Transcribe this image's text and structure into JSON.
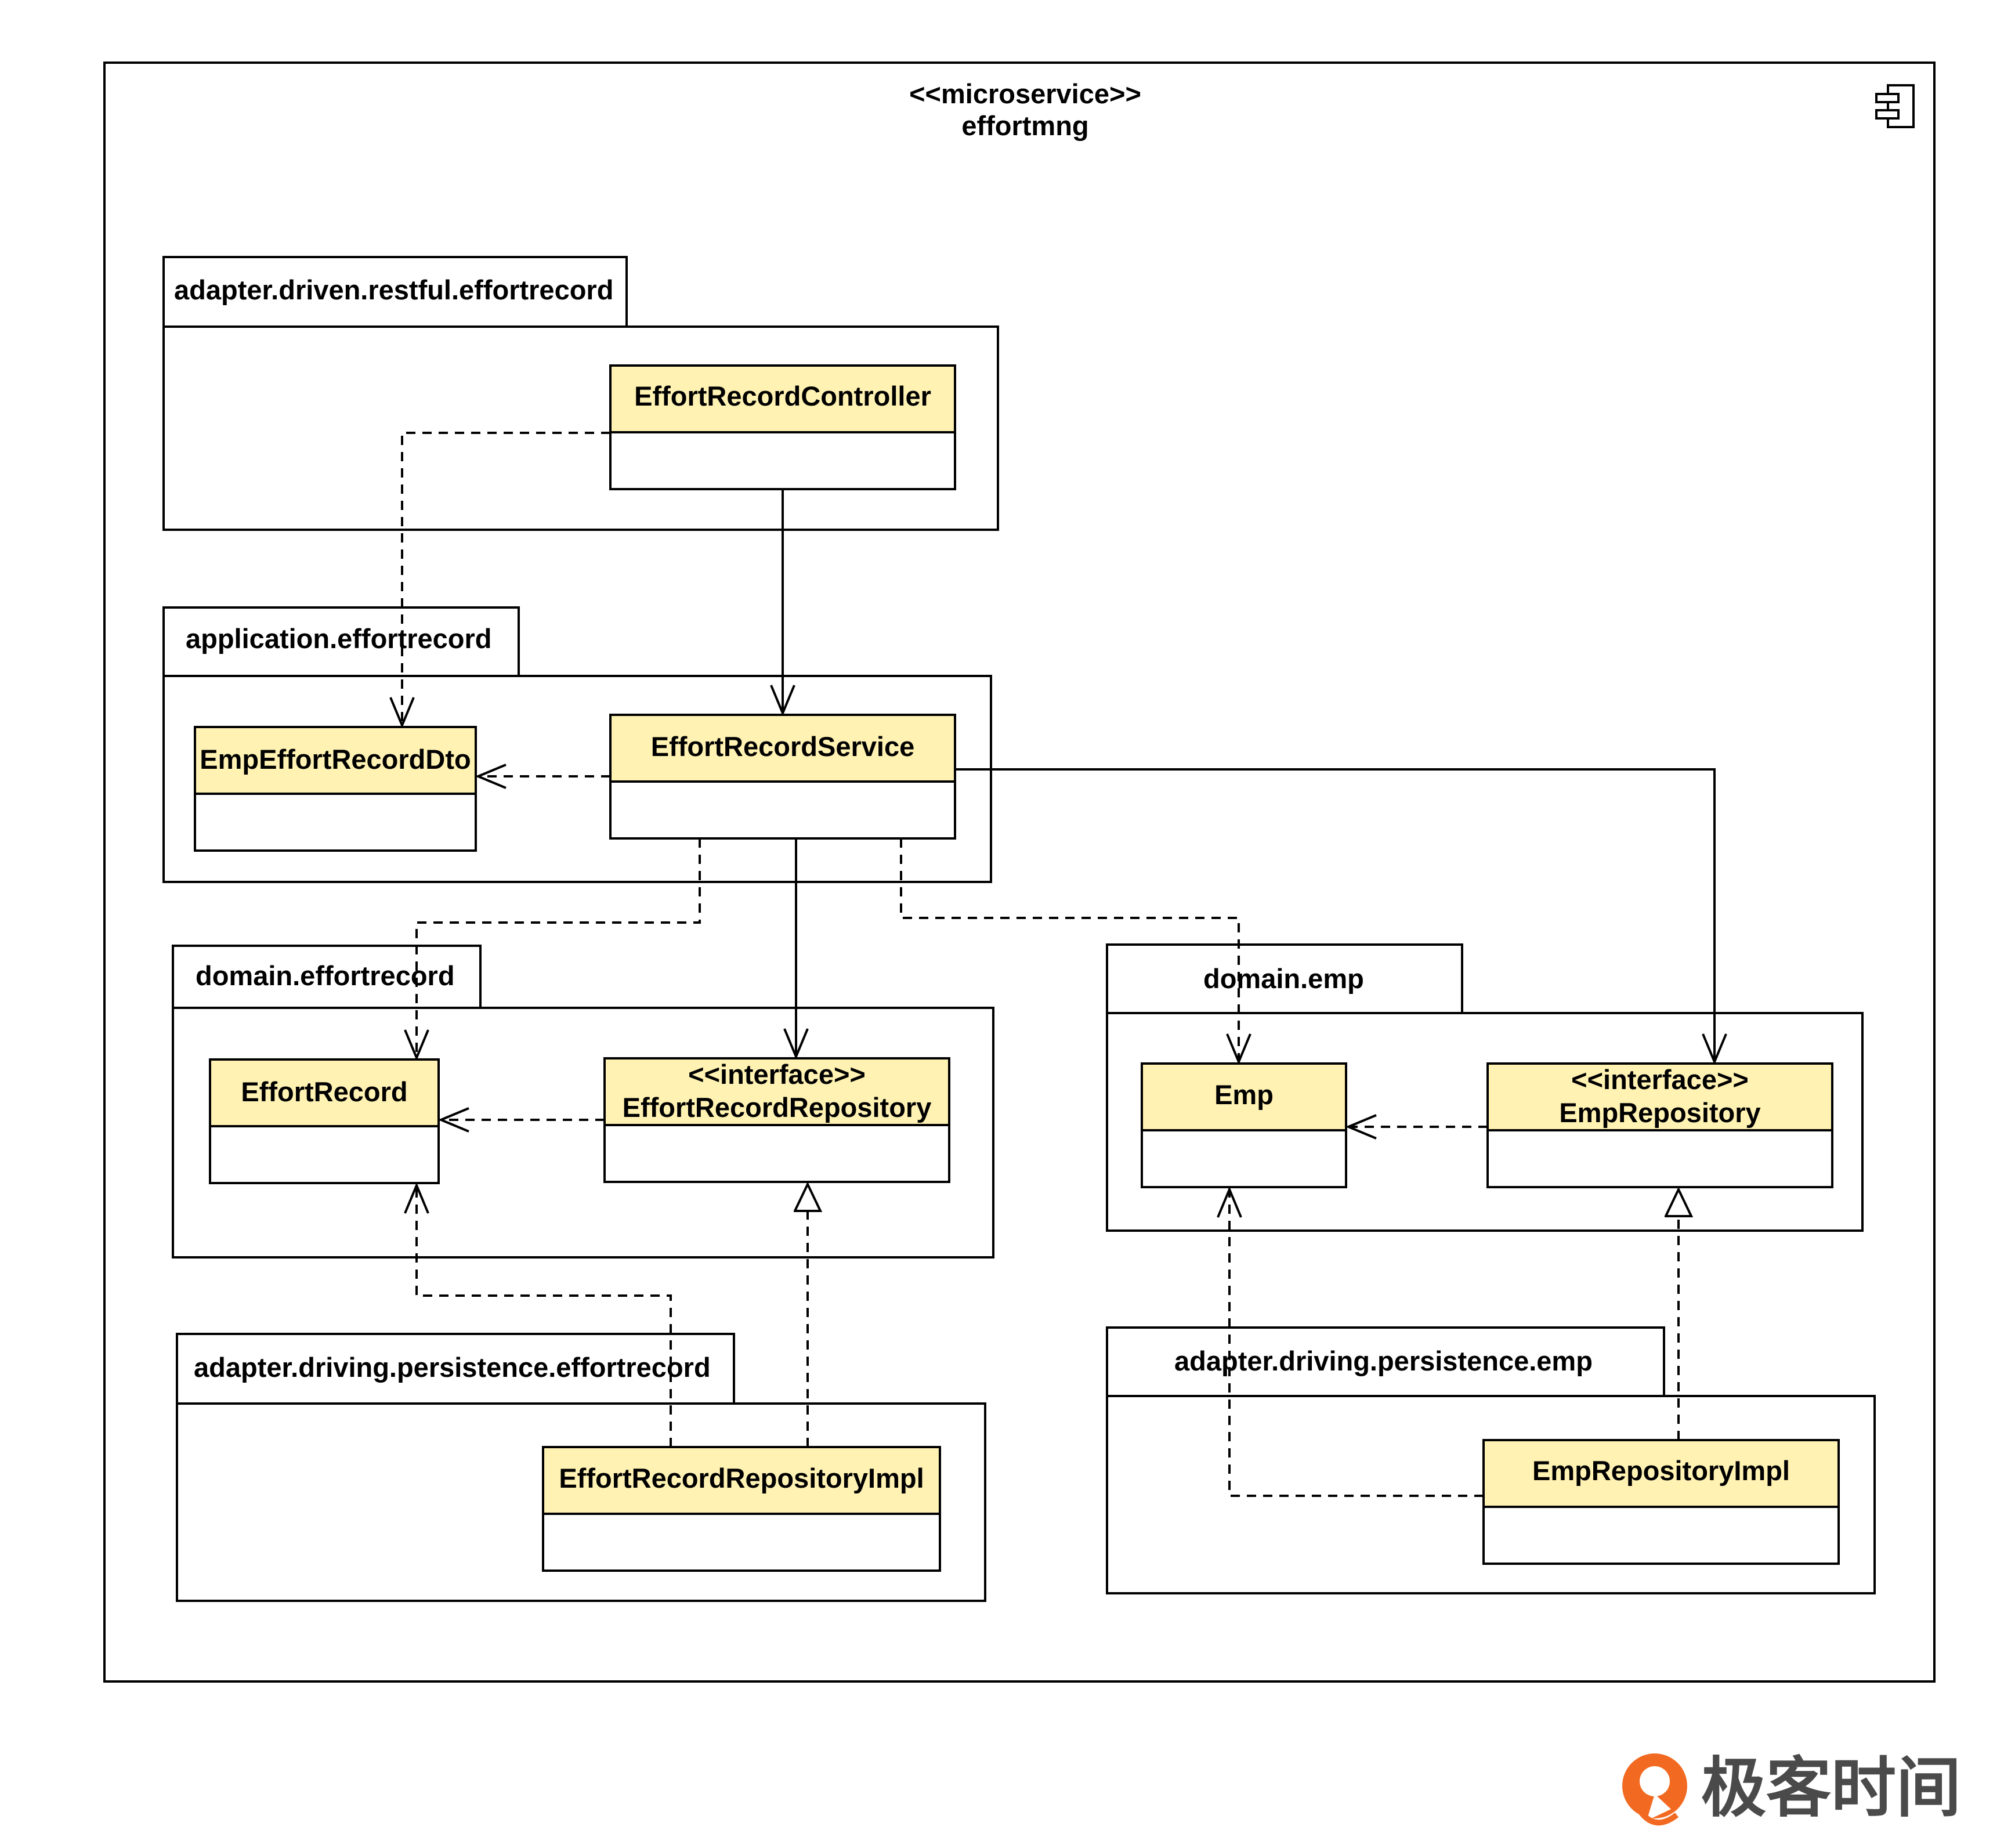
{
  "microservice": {
    "stereotype": "<<microservice>>",
    "name": "effortmng",
    "icon": "component-icon"
  },
  "packages": {
    "restful": "adapter.driven.restful.effortrecord",
    "application": "application.effortrecord",
    "domain_effortrecord": "domain.effortrecord",
    "domain_emp": "domain.emp",
    "persistence_effortrecord": "adapter.driving.persistence.effortrecord",
    "persistence_emp": "adapter.driving.persistence.emp"
  },
  "classes": {
    "controller": {
      "name": "EffortRecordController"
    },
    "dto": {
      "name": "EmpEffortRecordDto"
    },
    "service": {
      "name": "EffortRecordService"
    },
    "effort_record": {
      "name": "EffortRecord"
    },
    "effort_record_repo": {
      "stereotype": "<<interface>>",
      "name": "EffortRecordRepository"
    },
    "emp": {
      "name": "Emp"
    },
    "emp_repo": {
      "stereotype": "<<interface>>",
      "name": "EmpRepository"
    },
    "effort_record_repo_impl": {
      "name": "EffortRecordRepositoryImpl"
    },
    "emp_repo_impl": {
      "name": "EmpRepositoryImpl"
    }
  },
  "colors": {
    "class_header": "#fff2b3",
    "line": "#000000",
    "logo_orange": "#f26a21",
    "logo_text": "#4a4a4a"
  },
  "logo": {
    "text": "极客时间"
  }
}
